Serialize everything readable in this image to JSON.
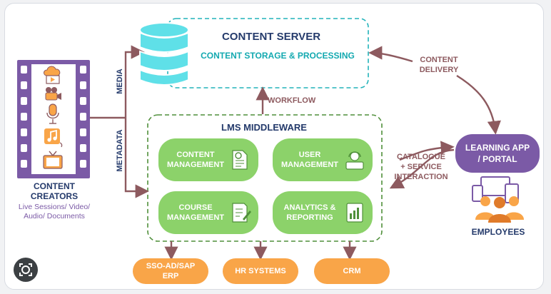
{
  "colors": {
    "purple": "#7b5aa6",
    "teal": "#13a9b0",
    "green_dash": "#4f8f3a",
    "green_fill": "#8cd26a",
    "orange": "#f9a548",
    "arrow": "#8d5a5f",
    "navy": "#243a6b",
    "cyan": "#5fe0e8"
  },
  "content_server": {
    "title": "CONTENT SERVER",
    "subtitle": "CONTENT STORAGE & PROCESSING",
    "icon": "database-icon"
  },
  "content_creators": {
    "title_line1": "CONTENT",
    "title_line2": "CREATORS",
    "desc_line1": "Live Sessions/ Video/",
    "desc_line2": "Audio/ Documents",
    "icons": [
      "video-cloud-icon",
      "camera-icon",
      "microphone-icon",
      "music-note-icon",
      "tv-icon"
    ]
  },
  "labels": {
    "media": "MEDIA",
    "metadata": "METADATA",
    "workflow": "WORKFLOW",
    "content_delivery_line1": "CONTENT",
    "content_delivery_line2": "DELIVERY",
    "catalogue_line1": "CATALOGUE",
    "catalogue_line2": "+ SERVICE",
    "catalogue_line3": "INTERACTION"
  },
  "lms": {
    "title": "LMS MIDDLEWARE",
    "modules": [
      {
        "line1": "CONTENT",
        "line2": "MANAGEMENT",
        "icon": "document-gear-icon"
      },
      {
        "line1": "USER",
        "line2": "MANAGEMENT",
        "icon": "support-agent-icon"
      },
      {
        "line1": "COURSE",
        "line2": "MANAGEMENT",
        "icon": "document-pencil-icon"
      },
      {
        "line1": "ANALYTICS &",
        "line2": "REPORTING",
        "icon": "analytics-report-icon"
      }
    ]
  },
  "learning_app": {
    "line1": "LEARNING APP",
    "line2": "/ PORTAL",
    "icon": "devices-icon"
  },
  "employees": {
    "label": "EMPLOYEES",
    "icon": "people-group-icon"
  },
  "integrations": [
    {
      "line1": "SSO-AD/SAP",
      "line2": "ERP"
    },
    {
      "line1": "HR SYSTEMS",
      "line2": ""
    },
    {
      "line1": "CRM",
      "line2": ""
    }
  ],
  "lens_button": {
    "icon": "lens-icon"
  }
}
